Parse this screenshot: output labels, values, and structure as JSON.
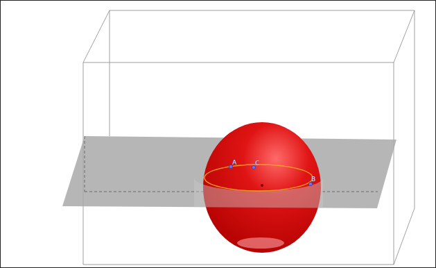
{
  "diagram": {
    "labels": [
      "A",
      "C",
      "B"
    ]
  }
}
